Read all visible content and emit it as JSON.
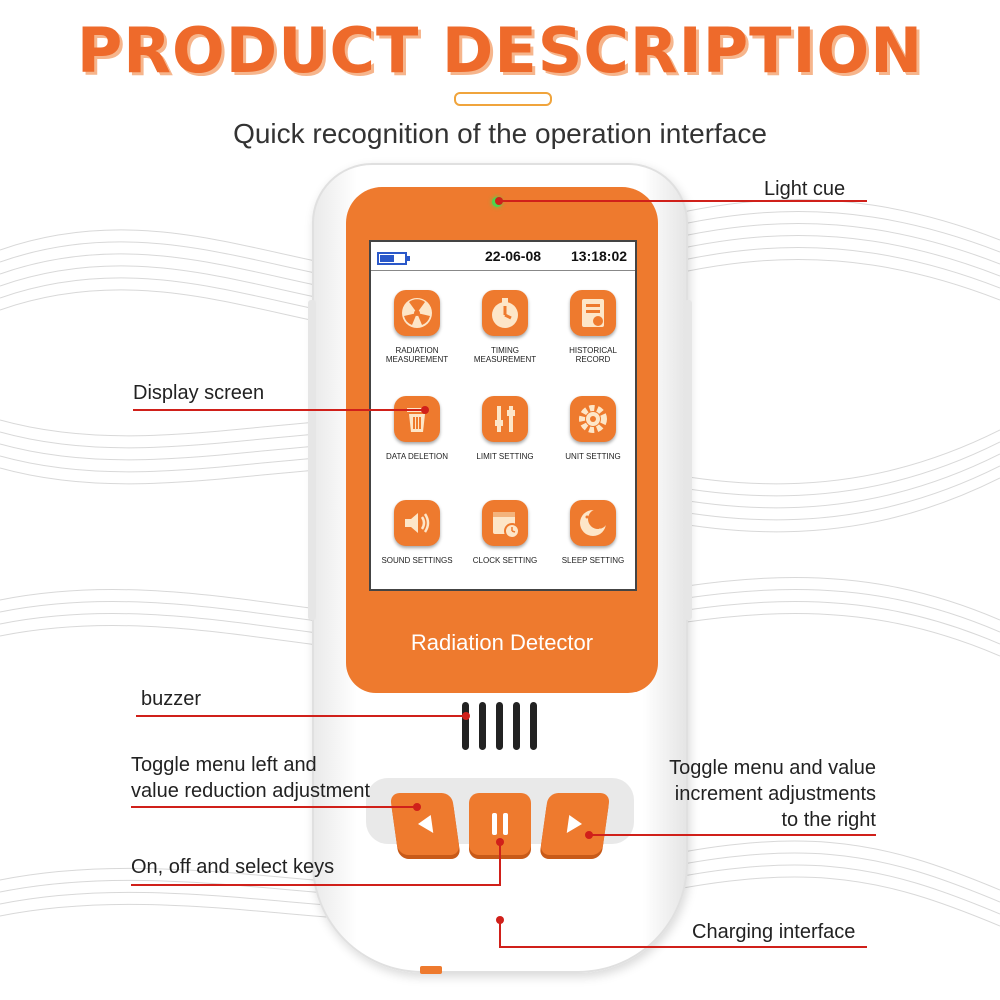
{
  "headline": "PRODUCT DESCRIPTION",
  "subheadline": "Quick recognition of the operation interface",
  "colors": {
    "accent": "#ee7a2e",
    "callout_line": "#d0201a",
    "led": "#4cd64c"
  },
  "callouts": {
    "light_cue": "Light cue",
    "display_screen": "Display screen",
    "buzzer": "buzzer",
    "toggle_left_line1": "Toggle menu left and",
    "toggle_left_line2": "value reduction adjustment",
    "on_off_select": "On, off and select keys",
    "toggle_right_line1": "Toggle menu and value",
    "toggle_right_line2": "increment adjustments",
    "toggle_right_line3": "to the right",
    "charging": "Charging interface"
  },
  "device": {
    "brand_label": "Radiation Detector",
    "status": {
      "date": "22-06-08",
      "time": "13:18:02",
      "battery_level": 0.6
    },
    "menu": [
      {
        "caption_line1": "RADIATION",
        "caption_line2": "MEASUREMENT",
        "icon": "radiation-icon"
      },
      {
        "caption_line1": "TIMING",
        "caption_line2": "MEASUREMENT",
        "icon": "stopwatch-icon"
      },
      {
        "caption_line1": "HISTORICAL",
        "caption_line2": "RECORD",
        "icon": "record-icon"
      },
      {
        "caption_line1": "DATA DELETION",
        "caption_line2": "",
        "icon": "trash-icon"
      },
      {
        "caption_line1": "LIMIT SETTING",
        "caption_line2": "",
        "icon": "sliders-icon"
      },
      {
        "caption_line1": "UNIT SETTING",
        "caption_line2": "",
        "icon": "gear-icon"
      },
      {
        "caption_line1": "SOUND SETTINGS",
        "caption_line2": "",
        "icon": "speaker-icon"
      },
      {
        "caption_line1": "CLOCK SETTING",
        "caption_line2": "",
        "icon": "calendar-clock-icon"
      },
      {
        "caption_line1": "SLEEP SETTING",
        "caption_line2": "",
        "icon": "moon-icon"
      }
    ],
    "keys": {
      "left": "left-arrow-icon",
      "center": "pause-icon",
      "right": "right-arrow-icon"
    }
  }
}
